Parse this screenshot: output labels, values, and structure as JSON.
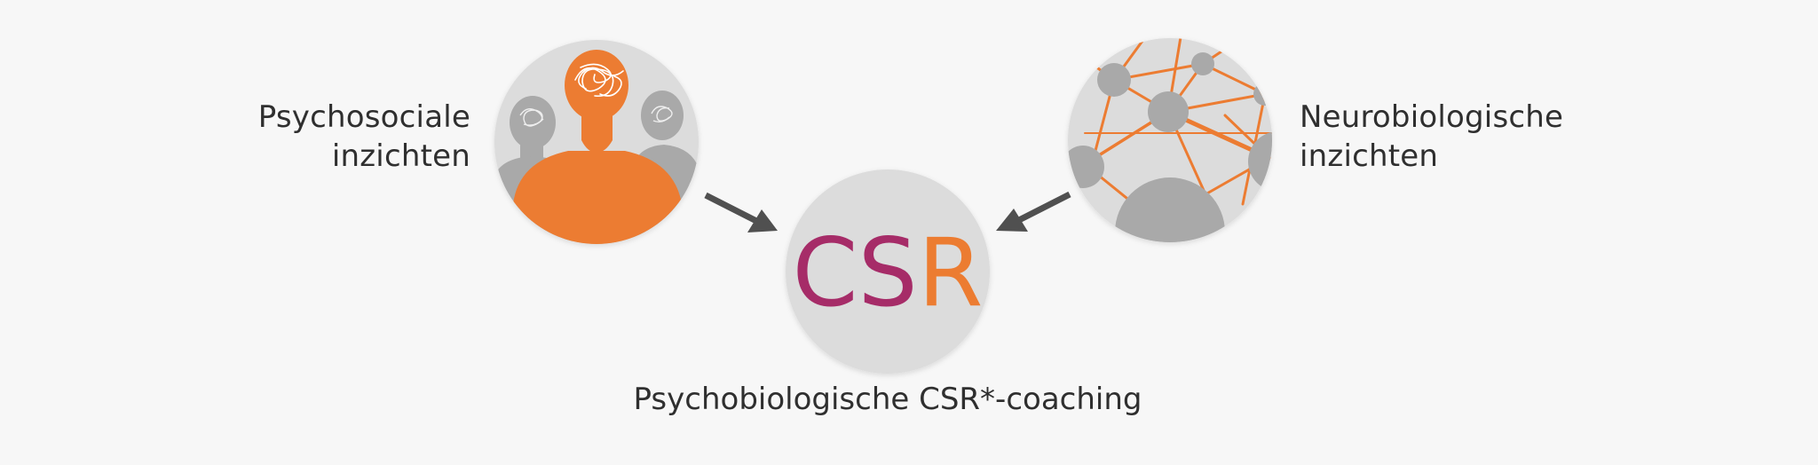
{
  "left_node": {
    "label_line1": "Psychosociale",
    "label_line2": "inzichten",
    "icon": "people-with-tangled-thoughts-icon"
  },
  "right_node": {
    "label_line1": "Neurobiologische",
    "label_line2": "inzichten",
    "icon": "neural-network-icon"
  },
  "center_node": {
    "logo_letters": [
      "C",
      "S",
      "R"
    ],
    "caption": "Psychobiologische CSR*-coaching"
  },
  "colors": {
    "background": "#f7f7f7",
    "circle_fill": "#dcdcdc",
    "grey_shape": "#a9a9a9",
    "orange": "#ec7c31",
    "magenta": "#a62c68",
    "arrow": "#505050",
    "text": "#2f2f2f"
  }
}
